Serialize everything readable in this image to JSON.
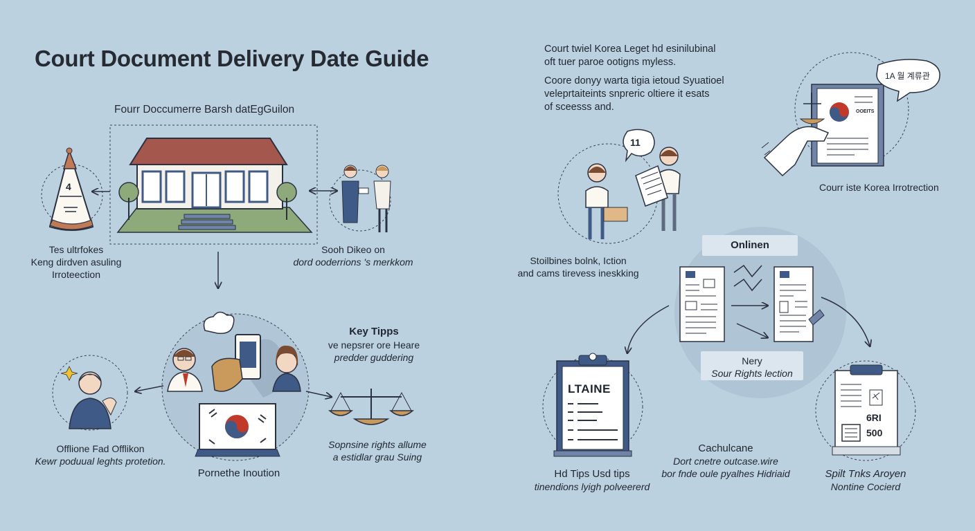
{
  "title": "Court Document Delivery Date Guide",
  "subtitle": "Fourr Doccumerre Barsh datEgGuilon",
  "left": {
    "tower_caption": [
      "Tes ultrfokes",
      "Keng dirdven asuling",
      "Irroteection"
    ],
    "people_caption": [
      "Sooh Dikeo on",
      "dord ooderrions 's merkkom"
    ],
    "key_tips": {
      "title": "Key Tipps",
      "lines": [
        "ve nepsrer ore Heare",
        "predder guddering"
      ]
    },
    "offline_caption": {
      "title": "Offlione Fad Offlikon",
      "line": "Kewr poduual leghts protetion."
    },
    "center_caption": "Pornethe Inoution",
    "scale_caption": [
      "Sopnsine rights allume",
      "a estidlar grau Suing"
    ],
    "tower_glyph": "4"
  },
  "right": {
    "intro1": [
      "Court twiel Korea Leget hd esinilubinal",
      "oft tuer paroe ootigns myless."
    ],
    "intro2": [
      "Coore donyy warta tigia ietoud Syuatioel",
      "veleprtaiteints snpreric oltiere it esats",
      "of sceesss and."
    ],
    "speech1": "11",
    "speech2": "1A 월 계류관",
    "doc_stamp": "OOEITS",
    "court_caption": "Courr iste Korea Irrotrection",
    "exchange_caption": [
      "Stoilbines bolnk, Iction",
      "and cams tirevess ineskking"
    ],
    "online_label": "Onlinen",
    "nery": "Nery",
    "rights_section": "Sour Rights lection",
    "clipboard_title": "LTAINE",
    "tips_caption": {
      "title": "Hd Tips Usd tips",
      "line": "tinendions lyigh polveererd"
    },
    "calc_caption": {
      "title": "Cachulcane",
      "lines": [
        "Dort cnetre outcase.wire",
        "bor fnde oule pyalhes Hidriaid"
      ]
    },
    "split_caption": [
      "Spilt Tnks Aroyen",
      "Nontine Cocierd"
    ],
    "doc_figs": [
      "6RI",
      "500"
    ]
  },
  "colors": {
    "background": "#bcd1df",
    "navy": "#3f5a86",
    "red": "#c0392b",
    "roof": "#a4574c",
    "accent_brown": "#c99a5b",
    "bubble": "#aec3d4"
  }
}
